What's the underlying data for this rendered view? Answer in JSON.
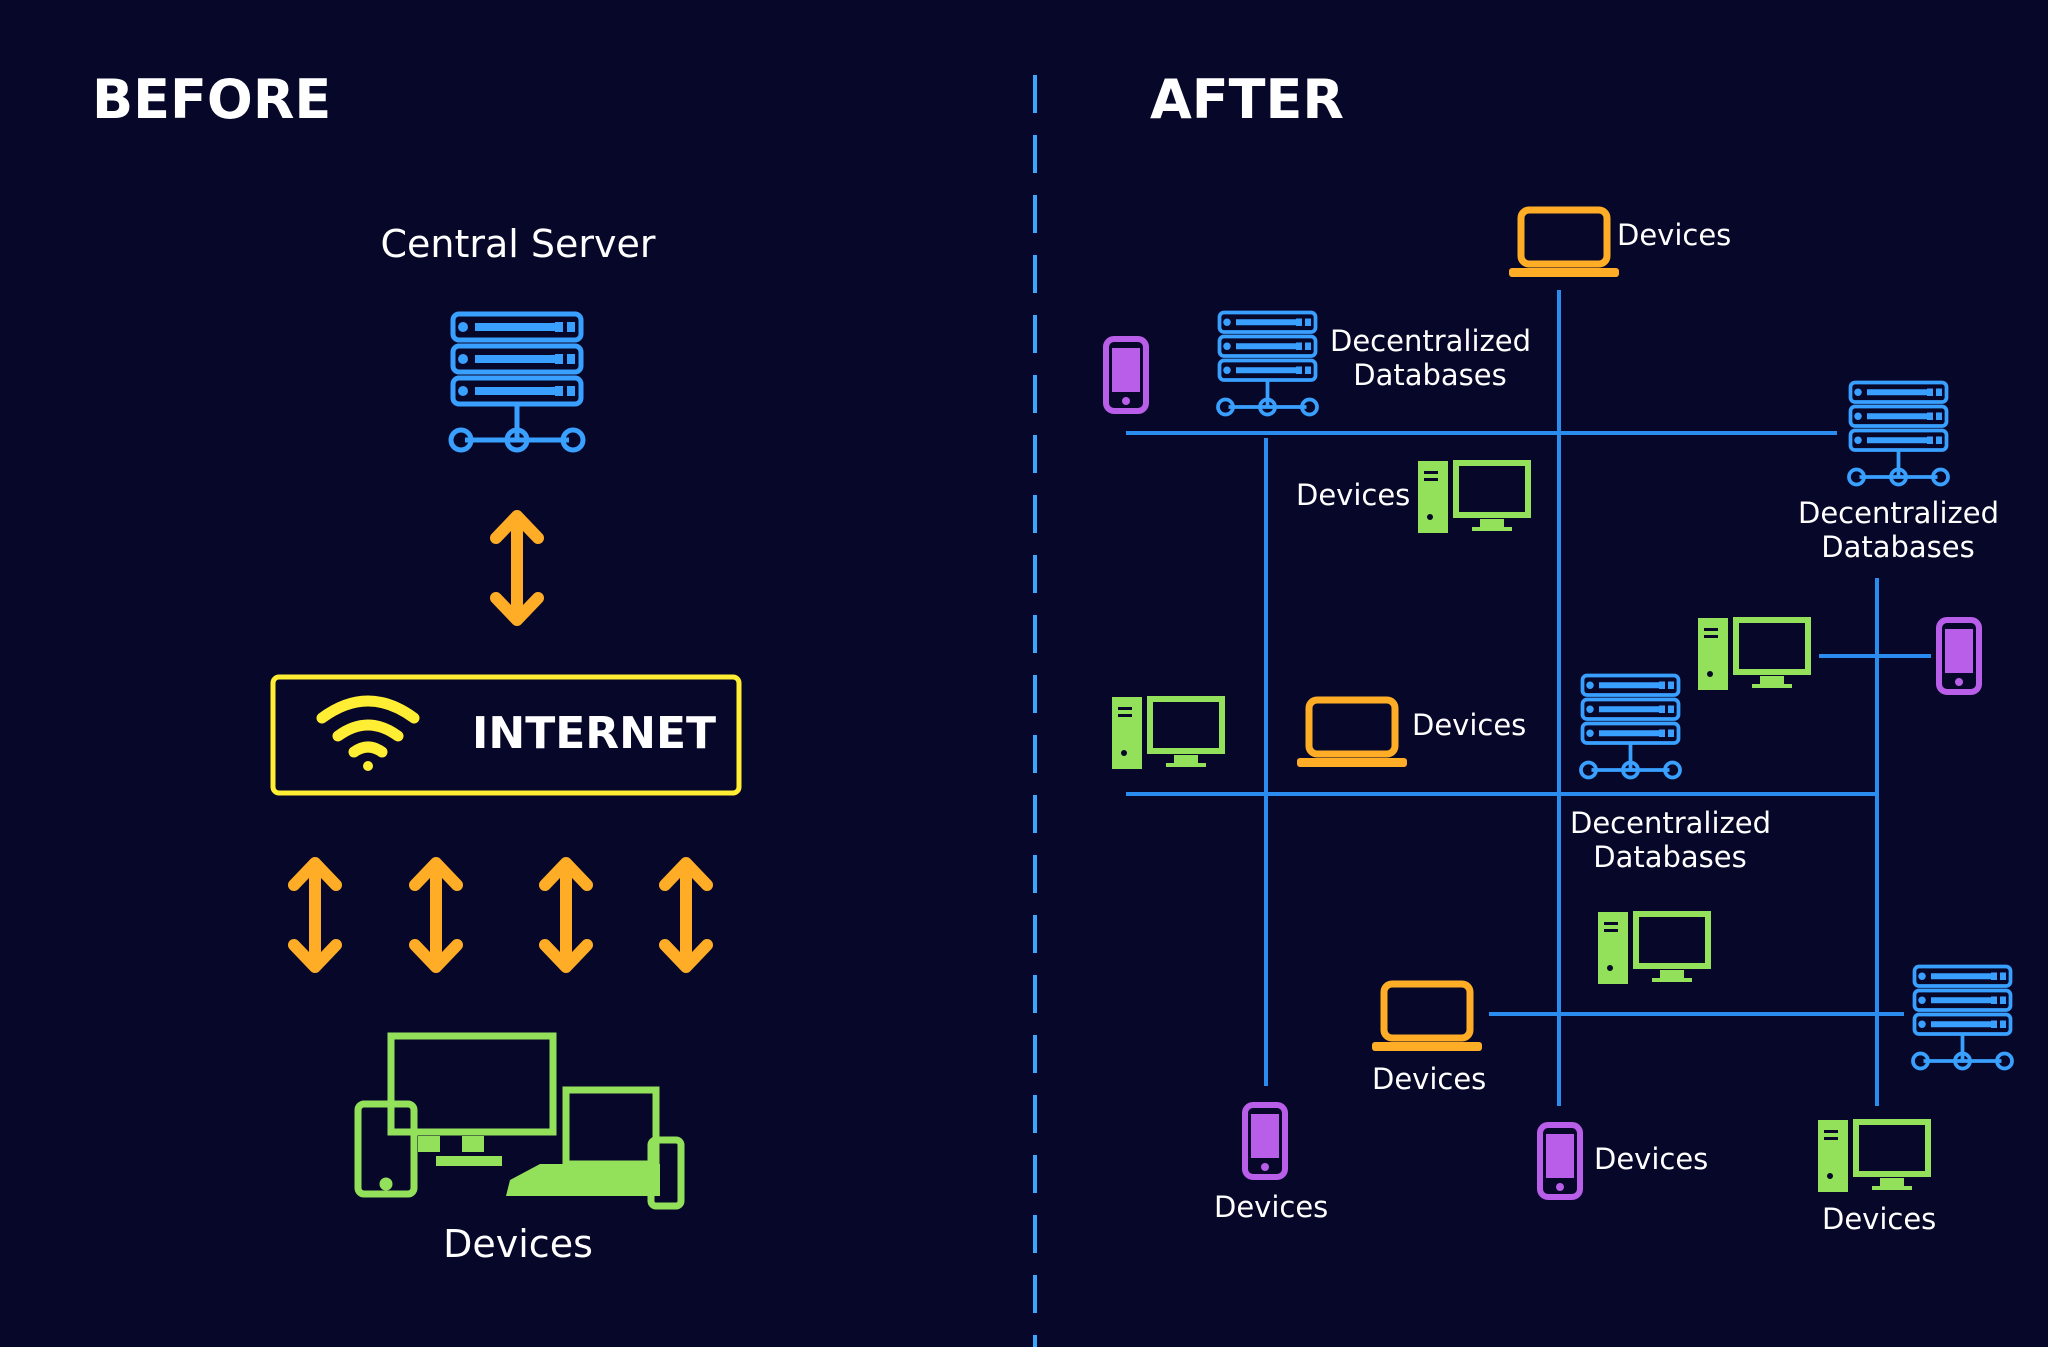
{
  "before": {
    "heading": "BEFORE",
    "server_label": "Central Server",
    "internet_label": "INTERNET",
    "devices_label": "Devices"
  },
  "after": {
    "heading": "AFTER",
    "labels": {
      "devices": "Devices",
      "db_line1": "Decentralized",
      "db_line2": "Databases"
    }
  },
  "colors": {
    "background": "#07072a",
    "server_blue": "#3aa0ff",
    "network_line": "#2b8cf0",
    "arrow_orange": "#ffad26",
    "internet_yellow": "#ffee33",
    "device_green": "#93e05a",
    "laptop_orange": "#ffad26",
    "phone_purple": "#b85ee8",
    "divider": "#3aa7ff"
  }
}
